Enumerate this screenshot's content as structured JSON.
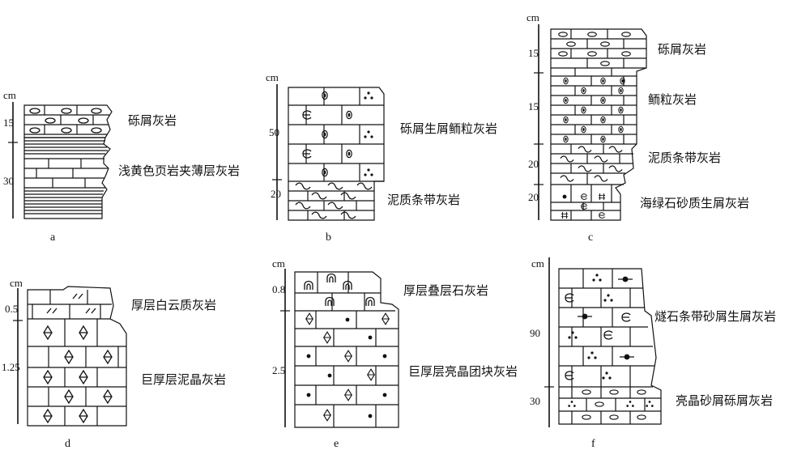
{
  "unit_label": "cm",
  "sections": [
    {
      "id": "a",
      "letter": "a",
      "thicknesses": [
        "15",
        "30"
      ],
      "layers": [
        {
          "name": "砾屑灰岩",
          "pattern": "intraclast-limestone"
        },
        {
          "name": "浅黄色页岩夹薄层灰岩",
          "pattern": "shale-with-thin-limestone"
        }
      ]
    },
    {
      "id": "b",
      "letter": "b",
      "thicknesses": [
        "50",
        "20"
      ],
      "layers": [
        {
          "name": "砾屑生屑鲕粒灰岩",
          "pattern": "intraclast-bioclast-oolitic-limestone"
        },
        {
          "name": "泥质条带灰岩",
          "pattern": "argillaceous-banded-limestone"
        }
      ]
    },
    {
      "id": "c",
      "letter": "c",
      "thicknesses": [
        "15",
        "15",
        "20",
        "20"
      ],
      "layers": [
        {
          "name": "砾屑灰岩",
          "pattern": "intraclast-limestone"
        },
        {
          "name": "鲕粒灰岩",
          "pattern": "oolitic-limestone"
        },
        {
          "name": "泥质条带灰岩",
          "pattern": "argillaceous-banded-limestone"
        },
        {
          "name": "海绿石砂质生屑灰岩",
          "pattern": "glauconitic-sandy-bioclastic-limestone"
        }
      ]
    },
    {
      "id": "d",
      "letter": "d",
      "thicknesses": [
        "0.5",
        "1.25"
      ],
      "layers": [
        {
          "name": "厚层白云质灰岩",
          "pattern": "dolomitic-limestone"
        },
        {
          "name": "巨厚层泥晶灰岩",
          "pattern": "micritic-limestone"
        }
      ]
    },
    {
      "id": "e",
      "letter": "e",
      "thicknesses": [
        "0.8",
        "2.5"
      ],
      "layers": [
        {
          "name": "厚层叠层石灰岩",
          "pattern": "stromatolitic-limestone"
        },
        {
          "name": "巨厚层亮晶团块灰岩",
          "pattern": "sparry-lump-limestone"
        }
      ]
    },
    {
      "id": "f",
      "letter": "f",
      "thicknesses": [
        "90",
        "30"
      ],
      "layers": [
        {
          "name": "燧石条带砂屑生屑灰岩",
          "pattern": "chert-banded-calcarenite-bioclastic-limestone"
        },
        {
          "name": "亮晶砂屑砾屑灰岩",
          "pattern": "sparry-calcarenite-calcirudite-limestone"
        }
      ]
    }
  ]
}
